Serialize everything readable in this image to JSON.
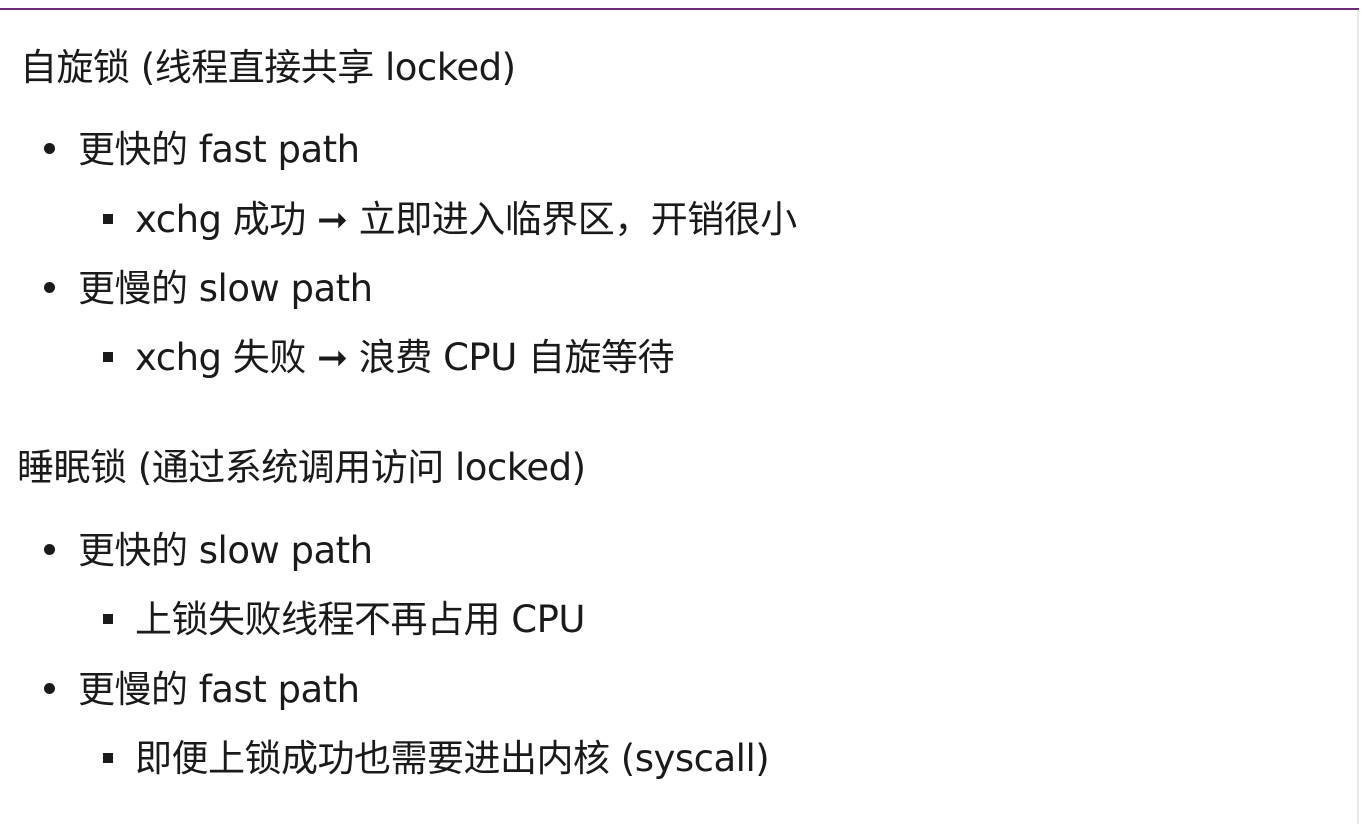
{
  "colors": {
    "accent_rule": "#6b2c7a",
    "text": "#1a1a1a",
    "background": "#ffffff"
  },
  "sections": [
    {
      "heading": "自旋锁 (线程直接共享 locked)",
      "items": [
        {
          "text": "更快的 fast path",
          "sub": "xchg 成功 ➞ 立即进入临界区，开销很小"
        },
        {
          "text": "更慢的 slow path",
          "sub": "xchg 失败 ➞ 浪费 CPU 自旋等待"
        }
      ]
    },
    {
      "heading": "睡眠锁 (通过系统调用访问 locked)",
      "items": [
        {
          "text": "更快的 slow path",
          "sub": "上锁失败线程不再占用 CPU"
        },
        {
          "text": "更慢的 fast path",
          "sub": "即便上锁成功也需要进出内核 (syscall)"
        }
      ]
    }
  ]
}
